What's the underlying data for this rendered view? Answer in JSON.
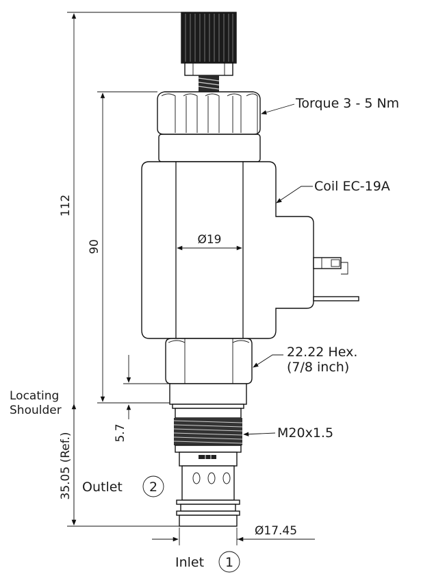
{
  "labels": {
    "torque": "Torque 3 - 5 Nm",
    "coil": "Coil EC-19A",
    "hex_line1": "22.22 Hex.",
    "hex_line2": "(7/8 inch)",
    "thread": "M20x1.5",
    "locating_line1": "Locating",
    "locating_line2": "Shoulder",
    "outlet": "Outlet",
    "outlet_port": "2",
    "inlet": "Inlet",
    "inlet_port": "1"
  },
  "dimensions": {
    "overall_length": "112",
    "coil_length": "90",
    "coil_diameter": "Ø19",
    "shoulder_height": "5.7",
    "cavity_depth": "35.05 (Ref.)",
    "nose_diameter": "Ø17.45"
  }
}
